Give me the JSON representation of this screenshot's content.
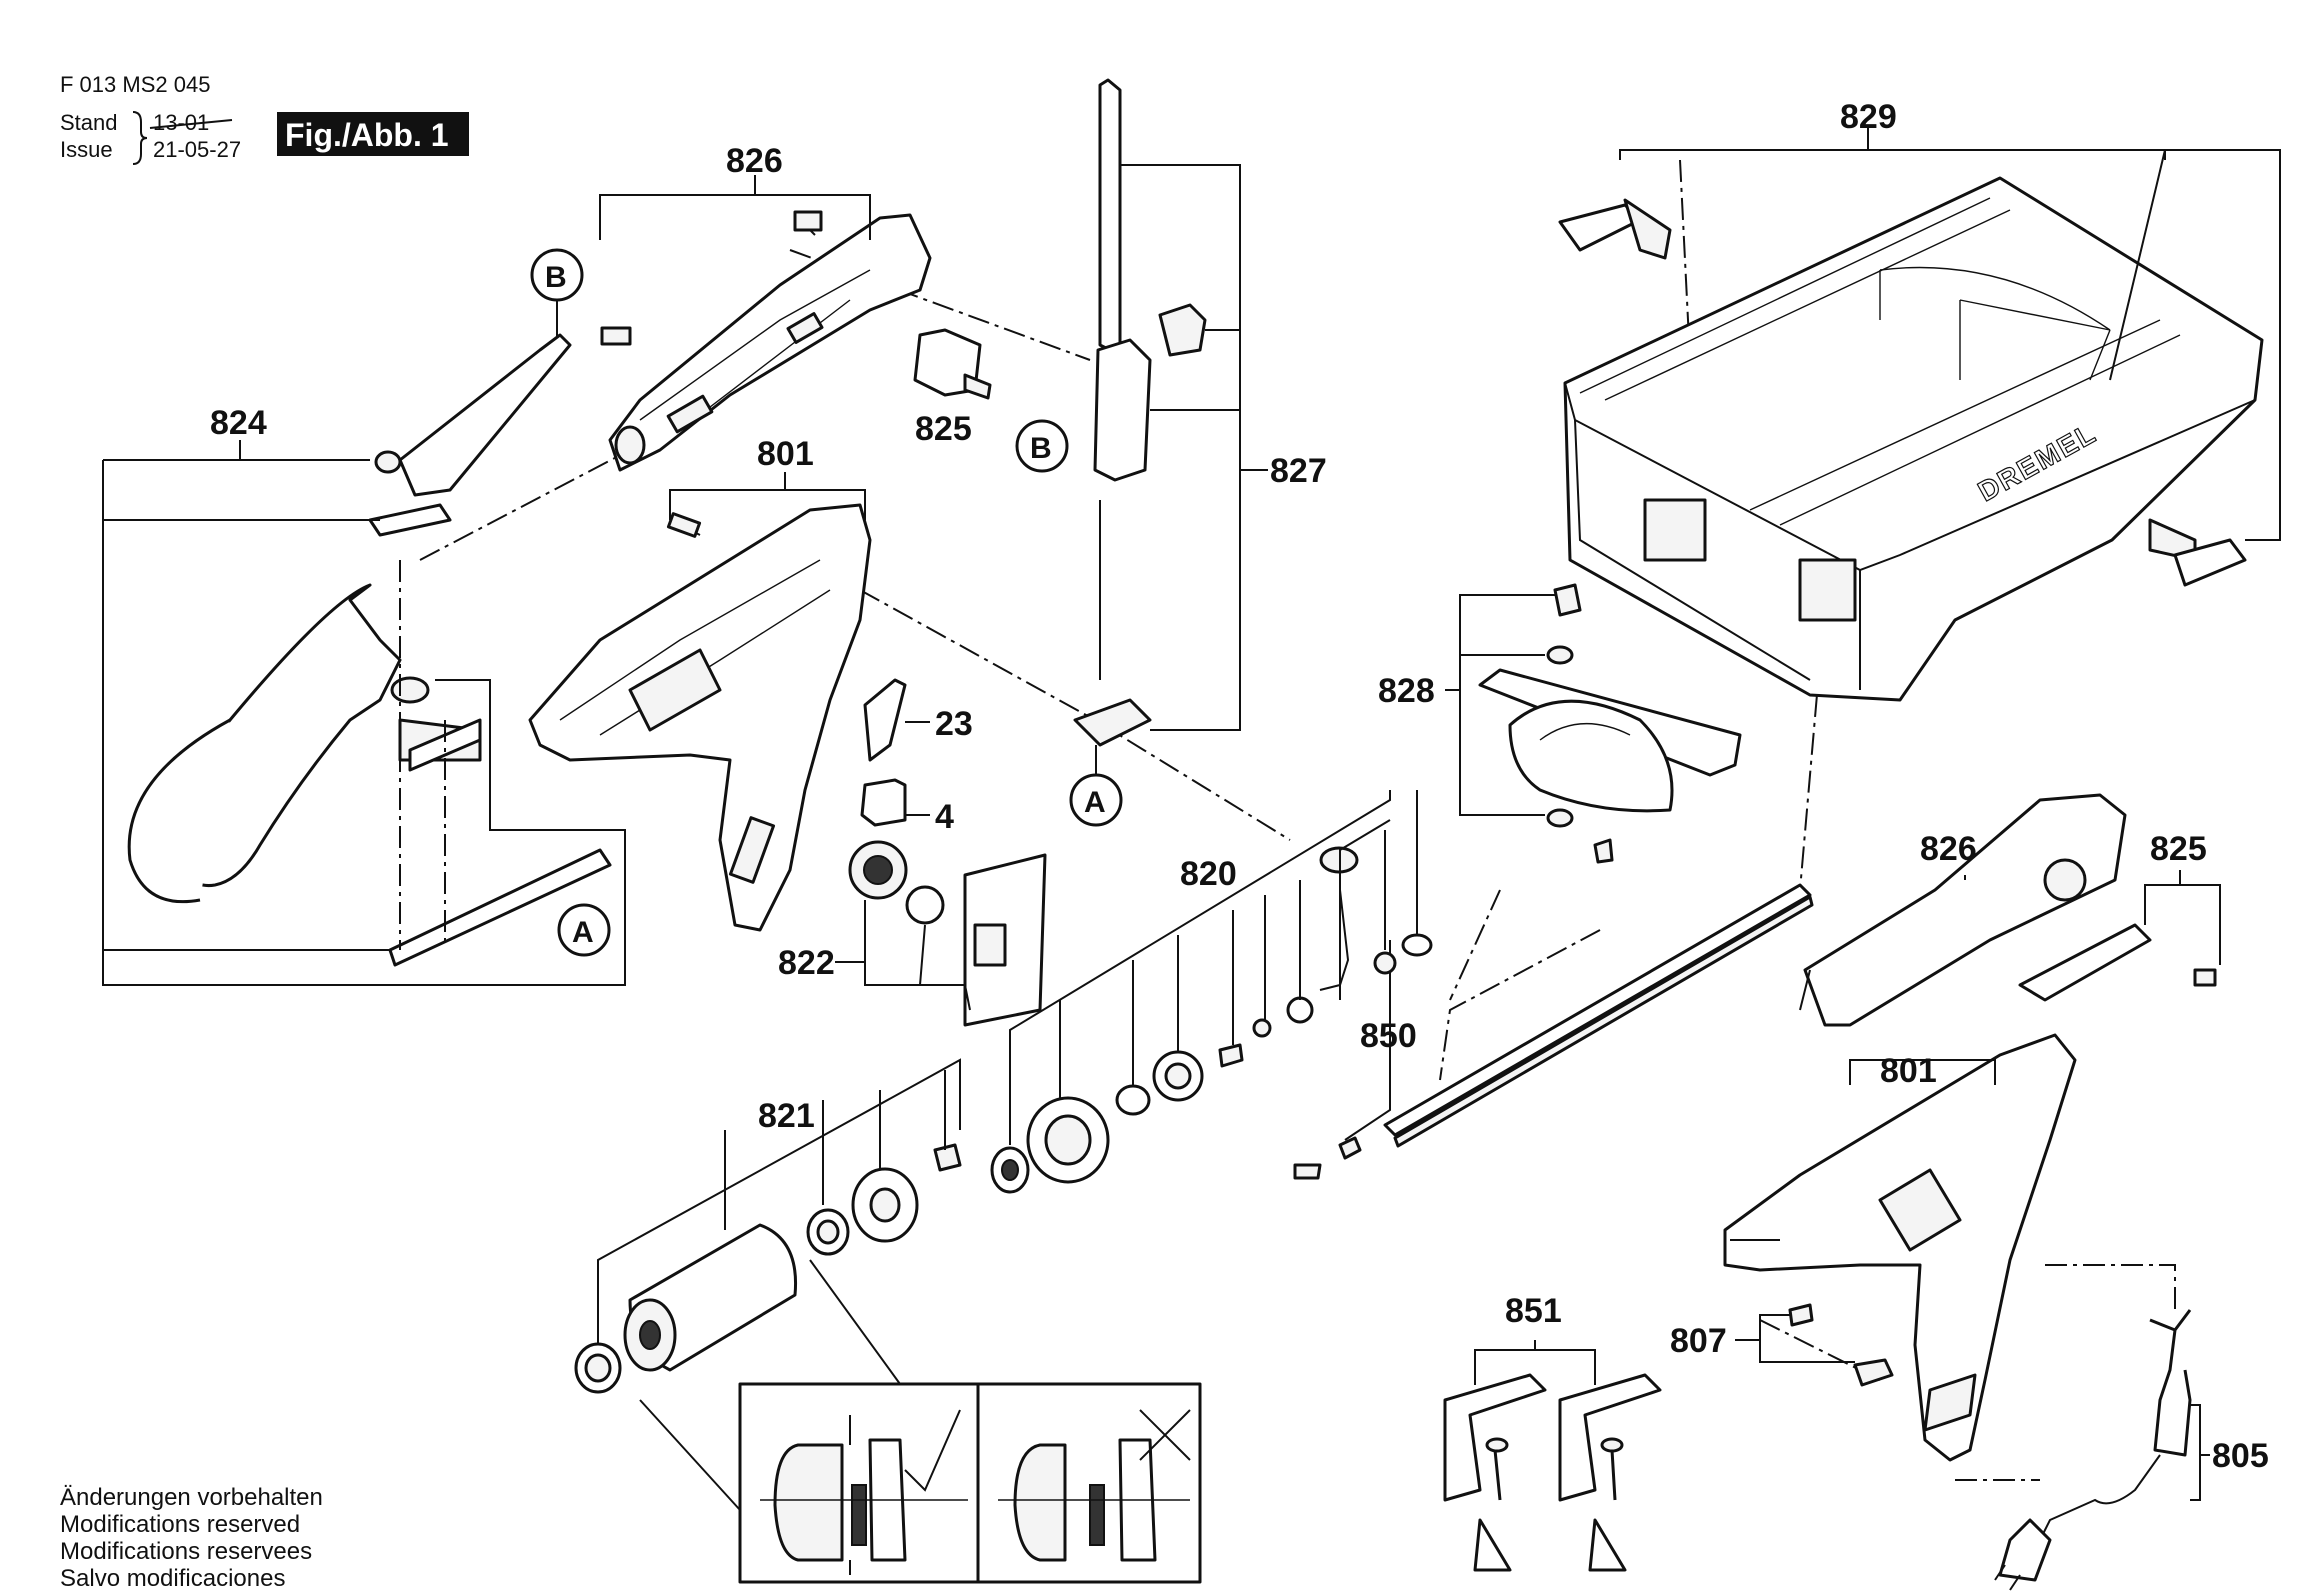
{
  "header": {
    "doc_number": "F 013 MS2 045",
    "stand_label": "Stand",
    "issue_label": "Issue",
    "old_date": "13-01",
    "date": "21-05-27",
    "figure_label": "Fig./Abb. 1"
  },
  "callouts": {
    "b_upper": "B",
    "b_lower": "B",
    "a_left": "A",
    "a_right": "A"
  },
  "parts": {
    "p829": "829",
    "p826_top": "826",
    "p824": "824",
    "p801_top": "801",
    "p825_top": "825",
    "p827": "827",
    "p23": "23",
    "p4": "4",
    "p822": "822",
    "p828": "828",
    "p820": "820",
    "p850": "850",
    "p821": "821",
    "p826_right": "826",
    "p825_right": "825",
    "p801_right": "801",
    "p851": "851",
    "p807": "807",
    "p805": "805"
  },
  "brand": "DREMEL",
  "notes": [
    "Änderungen vorbehalten",
    "Modifications reserved",
    "Modifications reservees",
    "Salvo modificaciones"
  ]
}
